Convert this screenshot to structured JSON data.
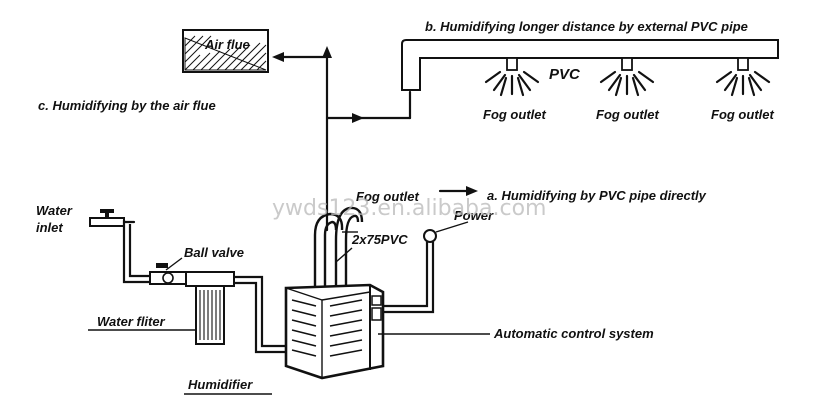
{
  "labels": {
    "air_flue": "Air flue",
    "humidifying_pvc_pipe_long": "b. Humidifying longer distance by external PVC pipe",
    "pvc": "PVC",
    "fog_outlet_1": "Fog outlet",
    "fog_outlet_2": "Fog outlet",
    "fog_outlet_3": "Fog outlet",
    "humidifying_air_flue": "c. Humidifying by the air flue",
    "fog_outlet_main": "Fog outlet",
    "humidifying_pvc_direct": "a. Humidifying by PVC pipe directly",
    "power": "Power",
    "pipe_size": "2x75PVC",
    "water_inlet_line1": "Water",
    "water_inlet_line2": "inlet",
    "ball_valve": "Ball valve",
    "water_filter": "Water fliter",
    "automatic_control": "Automatic control system",
    "humidifier": "Humidifier"
  },
  "watermark": "ywds123.en.alibaba.com",
  "colors": {
    "line": "#111111",
    "watermark": "#b9b9b9",
    "background": "#ffffff"
  }
}
